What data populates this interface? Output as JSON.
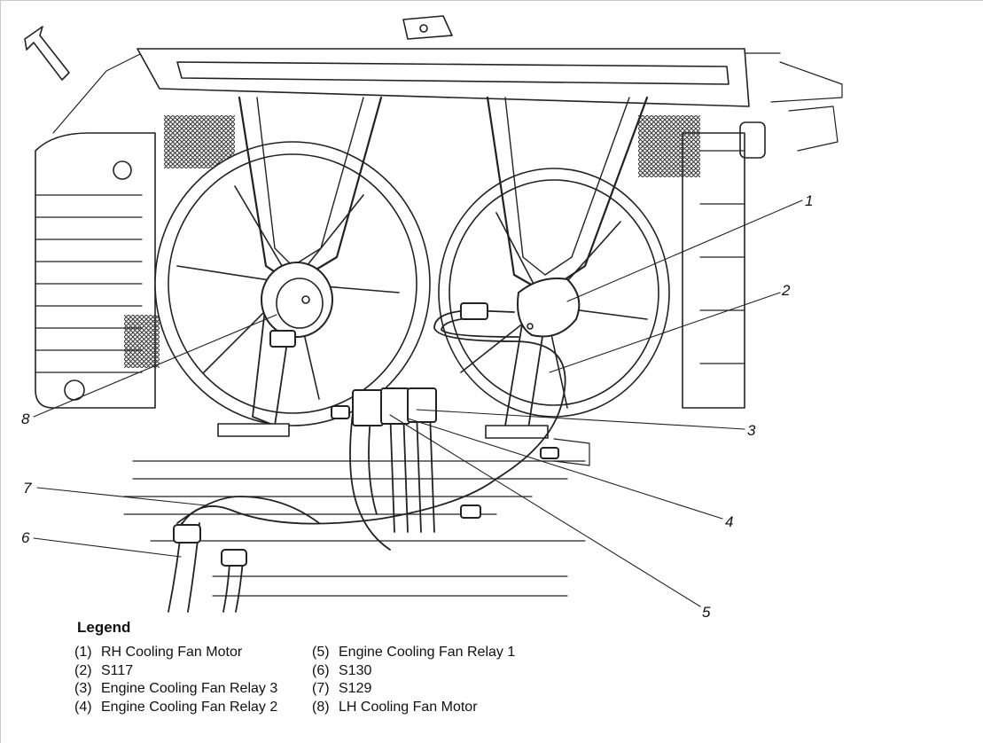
{
  "callouts": [
    "1",
    "2",
    "3",
    "4",
    "5",
    "6",
    "7",
    "8"
  ],
  "legend": {
    "title": "Legend",
    "items": [
      {
        "num": "(1)",
        "label": "RH Cooling Fan Motor"
      },
      {
        "num": "(2)",
        "label": "S117"
      },
      {
        "num": "(3)",
        "label": "Engine Cooling Fan Relay 3"
      },
      {
        "num": "(4)",
        "label": "Engine Cooling Fan Relay 2"
      },
      {
        "num": "(5)",
        "label": "Engine Cooling Fan Relay 1"
      },
      {
        "num": "(6)",
        "label": "S130"
      },
      {
        "num": "(7)",
        "label": "S129"
      },
      {
        "num": "(8)",
        "label": "LH Cooling Fan Motor"
      }
    ]
  }
}
